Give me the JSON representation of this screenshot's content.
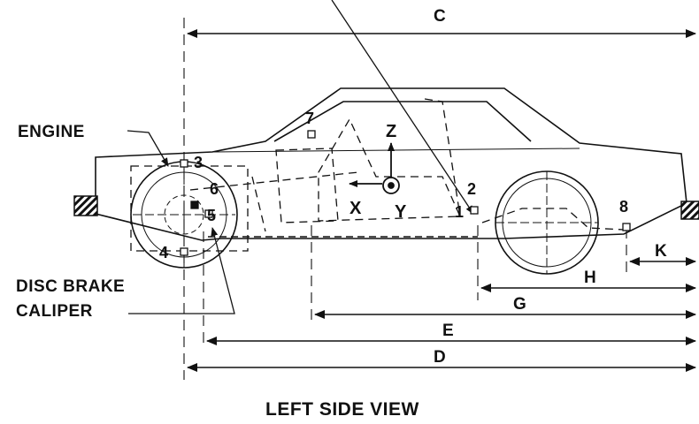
{
  "diagram": {
    "title": "LEFT SIDE VIEW",
    "callouts": {
      "engine": "ENGINE",
      "brake_line1": "DISC BRAKE",
      "brake_line2": "CALIPER"
    },
    "axes": {
      "x": "X",
      "y": "Y",
      "z": "Z"
    },
    "points": [
      "1",
      "2",
      "3",
      "4",
      "5",
      "6",
      "7",
      "8"
    ],
    "dimensions": [
      "C",
      "D",
      "E",
      "G",
      "H",
      "K"
    ]
  }
}
